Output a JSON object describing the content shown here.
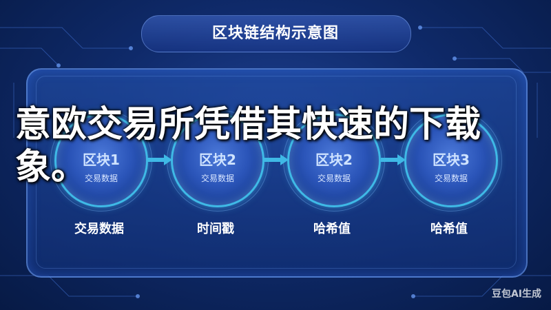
{
  "title": "区块链结构示意图",
  "blocks": [
    {
      "label": "区块1",
      "sub": "交易数据",
      "caption": "交易数据"
    },
    {
      "label": "区块2",
      "sub": "交易数据",
      "caption": "时间戳"
    },
    {
      "label": "区块2",
      "sub": "交易数据",
      "caption": "哈希值"
    },
    {
      "label": "区块3",
      "sub": "交易数据",
      "caption": "哈希值"
    }
  ],
  "overlay": {
    "line1": "意欧交易所凭借其快速的下载",
    "line2": "象。"
  },
  "watermark": "豆包AI生成",
  "colors": {
    "background": "#0f2a6a",
    "accent": "#3fb9e6",
    "arrow": "#3fb9e6"
  }
}
